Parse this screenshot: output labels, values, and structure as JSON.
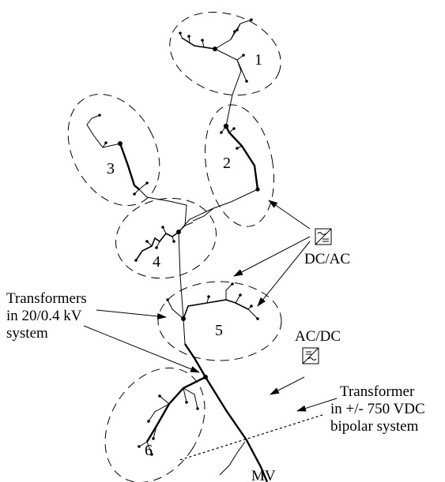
{
  "groups": [
    {
      "label": "1"
    },
    {
      "label": "2"
    },
    {
      "label": "3"
    },
    {
      "label": "4"
    },
    {
      "label": "5"
    },
    {
      "label": "6"
    }
  ],
  "annotations": {
    "dcac_label": "DC/AC",
    "acdc_label": "AC/DC",
    "transformers_line1": "Transformers",
    "transformers_line2": "in 20/0.4 kV",
    "transformers_line3": "system",
    "transformer_line1": "Transformer",
    "transformer_line2": "in +/- 750 VDC",
    "transformer_line3": "bipolar system",
    "mv_label": "MV"
  },
  "icons": {
    "dcac": "dc-ac-converter-icon",
    "acdc": "ac-dc-converter-icon"
  }
}
